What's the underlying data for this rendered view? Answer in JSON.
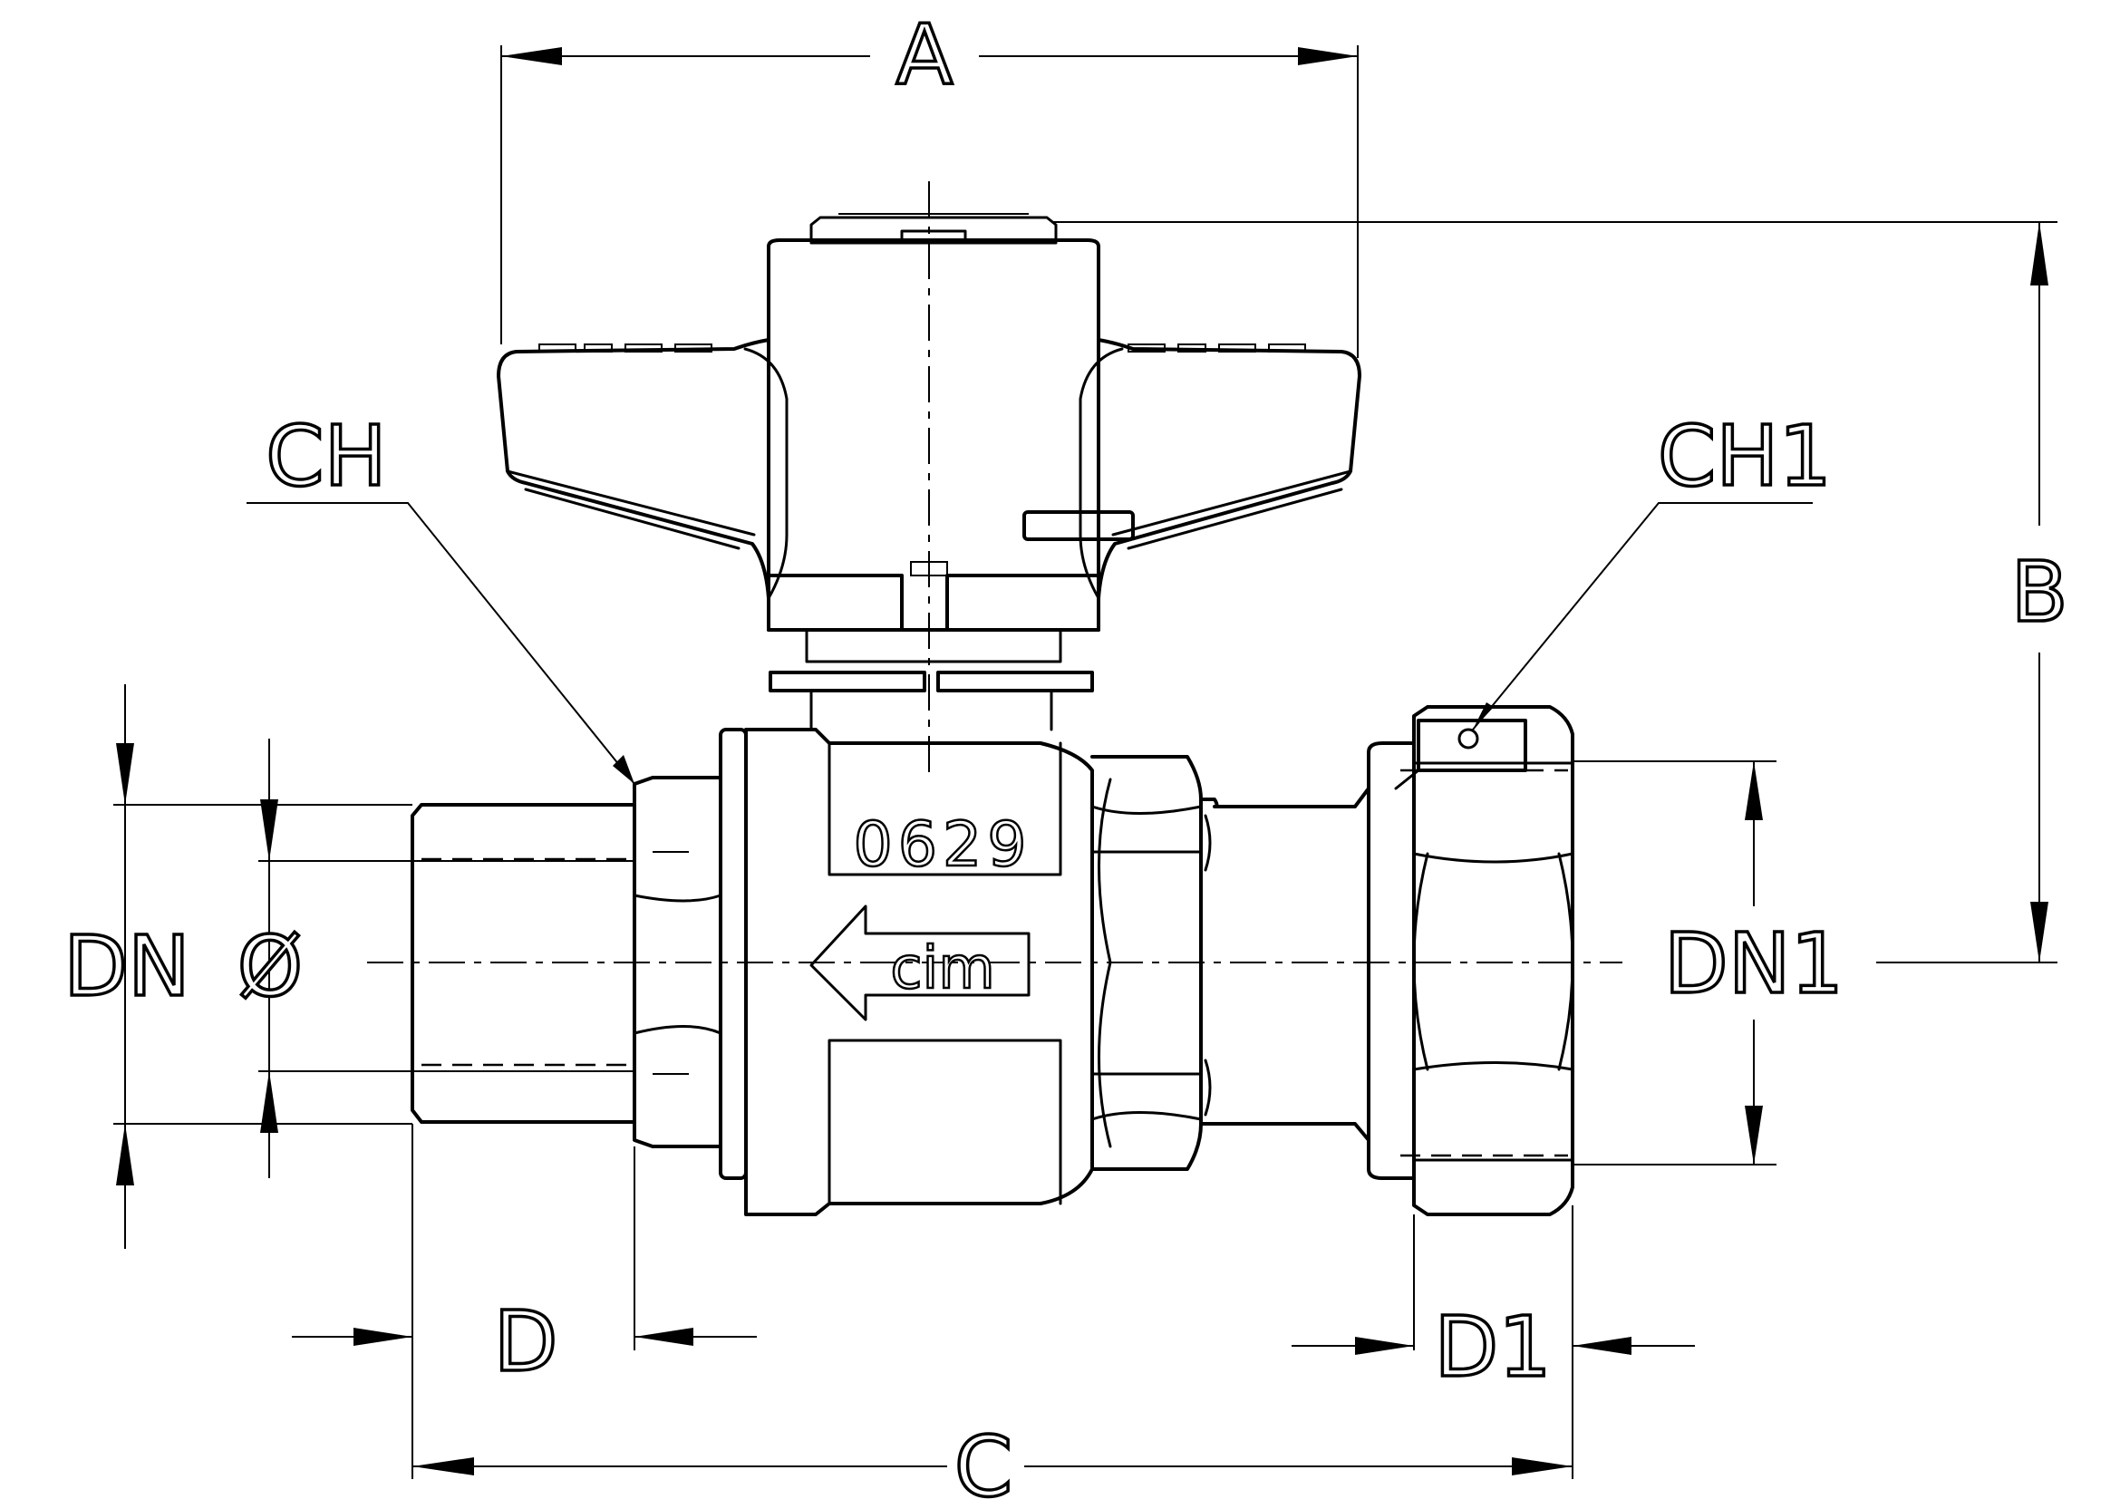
{
  "labels": {
    "A": "A",
    "B": "B",
    "C": "C",
    "D": "D",
    "D1": "D1",
    "DN": "DN",
    "diameter": "Ø",
    "DN1": "DN1",
    "CH": "CH",
    "CH1": "CH1"
  },
  "body_marks": {
    "model_number": "0629",
    "brand": "cim"
  }
}
